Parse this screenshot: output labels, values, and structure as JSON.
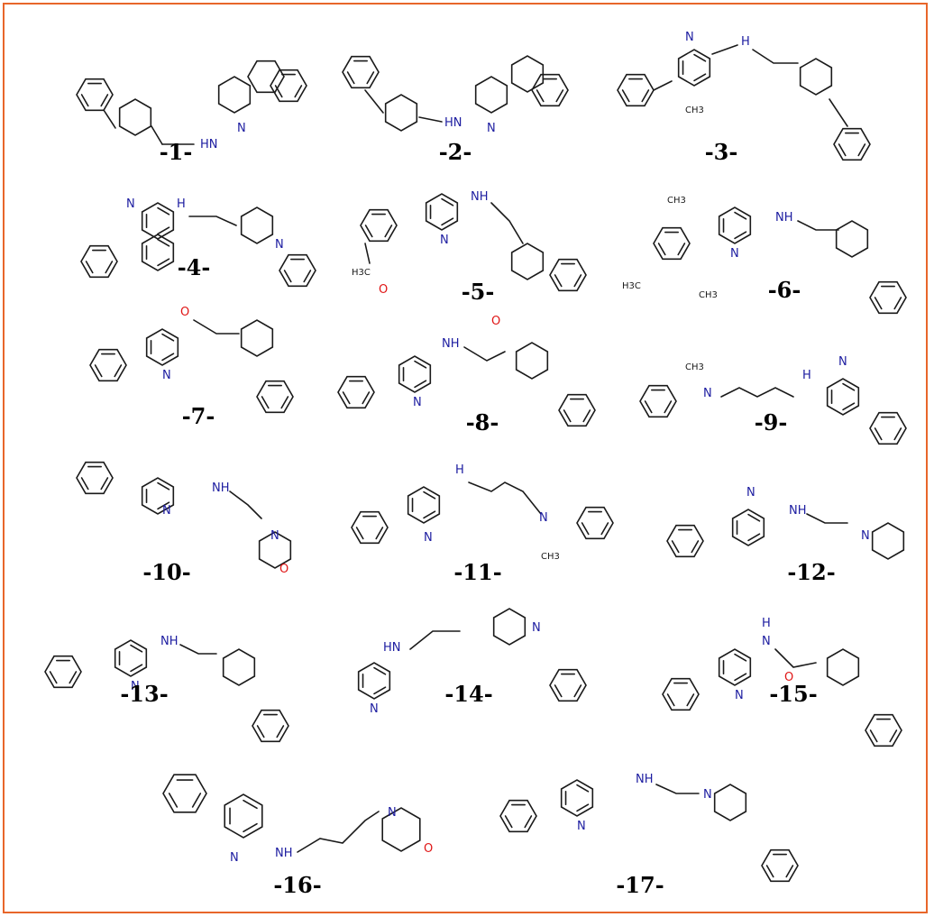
{
  "frame_color": "#e8662a",
  "atom_colors": {
    "nitrogen": "#1c1ca0",
    "oxygen": "#e01515",
    "carbon": "#1a1a1a"
  },
  "compounds": [
    {
      "label": "-1-"
    },
    {
      "label": "-2-"
    },
    {
      "label": "-3-"
    },
    {
      "label": "-4-"
    },
    {
      "label": "-5-"
    },
    {
      "label": "-6-"
    },
    {
      "label": "-7-"
    },
    {
      "label": "-8-"
    },
    {
      "label": "-9-"
    },
    {
      "label": "-10-"
    },
    {
      "label": "-11-"
    },
    {
      "label": "-12-"
    },
    {
      "label": "-13-"
    },
    {
      "label": "-14-"
    },
    {
      "label": "-15-"
    },
    {
      "label": "-16-"
    },
    {
      "label": "-17-"
    }
  ],
  "atoms": {
    "nh": "NH",
    "hn": "HN",
    "h": "H",
    "n": "N",
    "nn": "N",
    "nnn": "N",
    "o": "O",
    "ch3": "CH3",
    "h3c": "H3C"
  }
}
